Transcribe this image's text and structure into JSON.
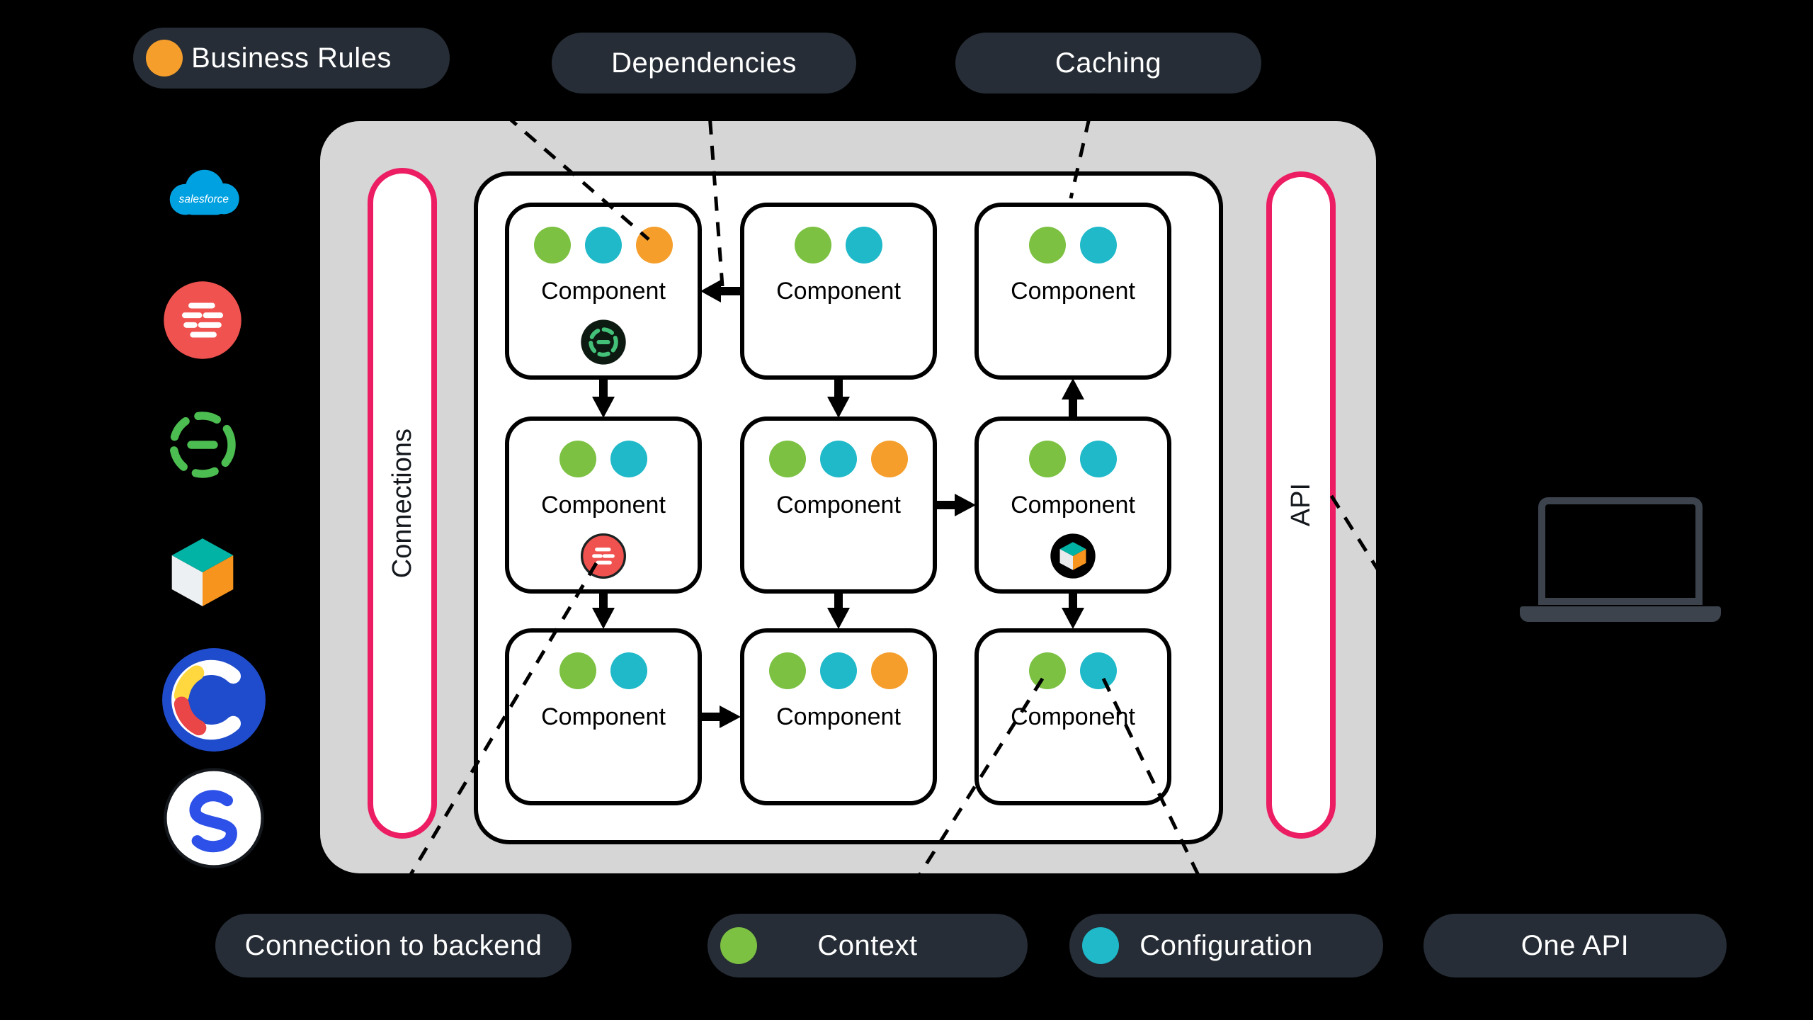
{
  "colors": {
    "green": "#7cc142",
    "cyan": "#1fb9c9",
    "orange": "#f59e2b",
    "pink": "#ec1d62",
    "pill_bg": "#262d36",
    "container_gray": "#d6d6d6"
  },
  "top_labels": {
    "business_rules": "Business Rules",
    "dependencies": "Dependencies",
    "caching": "Caching"
  },
  "pill_dots": {
    "business_rules": [
      "orange"
    ],
    "context": [
      "green"
    ],
    "configuration": [
      "cyan"
    ]
  },
  "rails": {
    "left": "Connections",
    "right": "API"
  },
  "grid": {
    "component_label": "Component",
    "cells": [
      {
        "dots": [
          "green",
          "cyan",
          "orange"
        ],
        "badge": "segment"
      },
      {
        "dots": [
          "green",
          "cyan"
        ]
      },
      {
        "dots": [
          "green",
          "cyan"
        ]
      },
      {
        "dots": [
          "green",
          "cyan"
        ],
        "badge": "red-service"
      },
      {
        "dots": [
          "green",
          "cyan",
          "orange"
        ]
      },
      {
        "dots": [
          "green",
          "cyan"
        ],
        "badge": "cube-service"
      },
      {
        "dots": [
          "green",
          "cyan"
        ]
      },
      {
        "dots": [
          "green",
          "cyan",
          "orange"
        ]
      },
      {
        "dots": [
          "green",
          "cyan"
        ]
      }
    ]
  },
  "bottom_labels": {
    "connection_to_backend": "Connection to backend",
    "context": "Context",
    "configuration": "Configuration",
    "one_api": "One API"
  },
  "logos": {
    "salesforce_text": "salesforce",
    "items": [
      "salesforce",
      "red-service",
      "segment",
      "cube-service",
      "contentful",
      "emarsys"
    ]
  }
}
